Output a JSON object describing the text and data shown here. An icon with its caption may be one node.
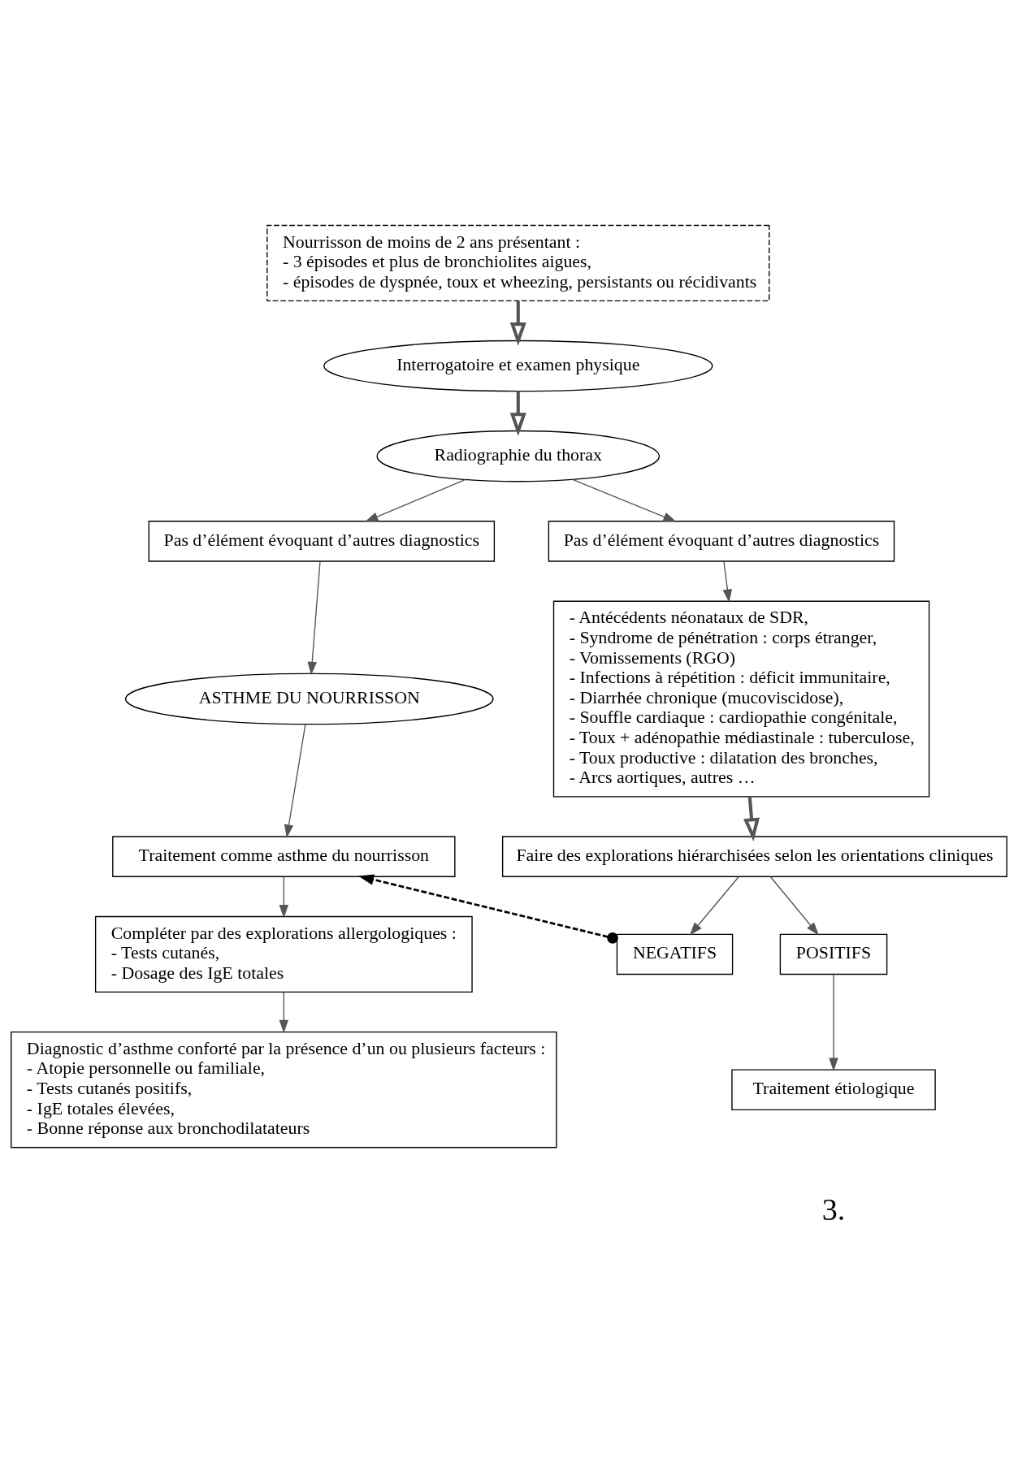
{
  "diagram": {
    "nodes": [
      {
        "text": [
          "Nourrisson de moins de 2 ans présentant :",
          "- 3 épisodes et plus de bronchiolites aigues,",
          "- épisodes de dyspnée, toux et wheezing, persistants ou récidivants"
        ]
      },
      {
        "text": [
          "Interrogatoire et examen physique"
        ]
      },
      {
        "text": [
          "Radiographie du thorax"
        ]
      },
      {
        "text": [
          "Pas d’élément évoquant d’autres diagnostics"
        ]
      },
      {
        "text": [
          "Pas d’élément évoquant d’autres diagnostics"
        ]
      },
      {
        "text": [
          "ASTHME DU NOURRISSON"
        ]
      },
      {
        "text": [
          "Traitement comme asthme du nourrisson"
        ]
      },
      {
        "text": [
          "Compléter par des explorations allergologiques :",
          "- Tests cutanés,",
          "- Dosage des IgE totales"
        ]
      },
      {
        "text": [
          "Diagnostic d’asthme conforté par la présence d’un ou plusieurs facteurs :",
          "- Atopie personnelle ou familiale,",
          "- Tests cutanés positifs,",
          "- IgE totales élevées,",
          "- Bonne réponse aux bronchodilatateurs"
        ]
      },
      {
        "text": [
          "- Antécédents néonataux de SDR,",
          "- Syndrome de pénétration : corps étranger,",
          "- Vomissements (RGO)",
          "- Infections à répétition : déficit immunitaire,",
          "- Diarrhée chronique (mucoviscidose),",
          "- Souffle cardiaque : cardiopathie congénitale,",
          "- Toux + adénopathie médiastinale : tuberculose,",
          "- Toux productive : dilatation des bronches,",
          "- Arcs aortiques, autres …"
        ]
      },
      {
        "text": [
          "Faire des explorations hiérarchisées selon les orientations cliniques"
        ]
      },
      {
        "text": [
          "NEGATIFS"
        ]
      },
      {
        "text": [
          "POSITIFS"
        ]
      },
      {
        "text": [
          "Traitement étiologique"
        ]
      }
    ],
    "edges": [
      {
        "from": 0,
        "to": 1,
        "arrow": "to",
        "style": "thick"
      },
      {
        "from": 1,
        "to": 2,
        "arrow": "to",
        "style": "thick"
      },
      {
        "from": 2,
        "to": 3,
        "arrow": "to"
      },
      {
        "from": 2,
        "to": 4,
        "arrow": "to"
      },
      {
        "from": 3,
        "to": 5,
        "arrow": "to"
      },
      {
        "from": 5,
        "to": 6,
        "arrow": "to"
      },
      {
        "from": 6,
        "to": 7,
        "arrow": "to"
      },
      {
        "from": 7,
        "to": 8,
        "arrow": "to"
      },
      {
        "from": 4,
        "to": 9,
        "arrow": "to"
      },
      {
        "from": 9,
        "to": 10,
        "arrow": "to",
        "style": "thick"
      },
      {
        "from": 10,
        "to": 11,
        "arrow": "to"
      },
      {
        "from": 10,
        "to": 12,
        "arrow": "to"
      },
      {
        "from": 12,
        "to": 13,
        "arrow": "to"
      },
      {
        "from": 11,
        "to": 6,
        "arrow": "to",
        "style": "dashed"
      }
    ],
    "labels": [
      "3."
    ]
  }
}
